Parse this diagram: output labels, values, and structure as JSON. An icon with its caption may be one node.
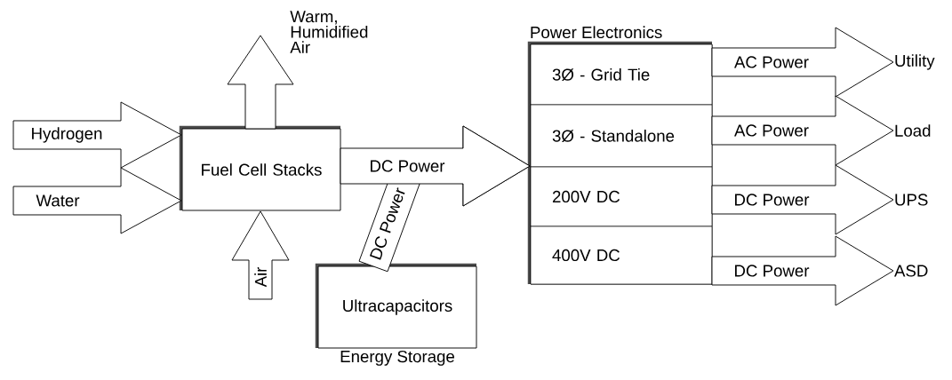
{
  "diagram": {
    "nodes": [
      {
        "text": [
          "Fuel Cell Stacks"
        ]
      },
      {
        "text": [
          "Power Electronics"
        ]
      },
      {
        "text": [
          "3Ø - Grid Tie"
        ],
        "in": 1
      },
      {
        "text": [
          "3Ø - Standalone"
        ],
        "in": 1
      },
      {
        "text": [
          "200V DC"
        ],
        "in": 1
      },
      {
        "text": [
          "400V DC"
        ],
        "in": 1
      },
      {
        "text": [
          "Ultracapacitors",
          "Energy Storage"
        ]
      },
      {
        "text": [
          "Utility"
        ]
      },
      {
        "text": [
          "Load"
        ]
      },
      {
        "text": [
          "UPS"
        ]
      },
      {
        "text": [
          "ASD"
        ]
      }
    ],
    "edges": [
      {
        "from": null,
        "to": 0,
        "arrow": "to",
        "label": "Hydrogen"
      },
      {
        "from": null,
        "to": 0,
        "arrow": "to",
        "label": "Water"
      },
      {
        "from": null,
        "to": 0,
        "arrow": "to",
        "label": "Air"
      },
      {
        "from": 0,
        "to": null,
        "arrow": "to",
        "label": "Warm, Humidified Air"
      },
      {
        "from": 0,
        "to": 1,
        "arrow": "to",
        "label": "DC Power"
      },
      {
        "from": 6,
        "to": 1,
        "arrow": "to",
        "label": "DC Power"
      },
      {
        "from": 1,
        "to": 7,
        "arrow": "to",
        "label": "AC Power"
      },
      {
        "from": 1,
        "to": 8,
        "arrow": "to",
        "label": "AC Power"
      },
      {
        "from": 1,
        "to": 9,
        "arrow": "to",
        "label": "DC Power"
      },
      {
        "from": 1,
        "to": 10,
        "arrow": "to",
        "label": "DC Power"
      }
    ]
  }
}
